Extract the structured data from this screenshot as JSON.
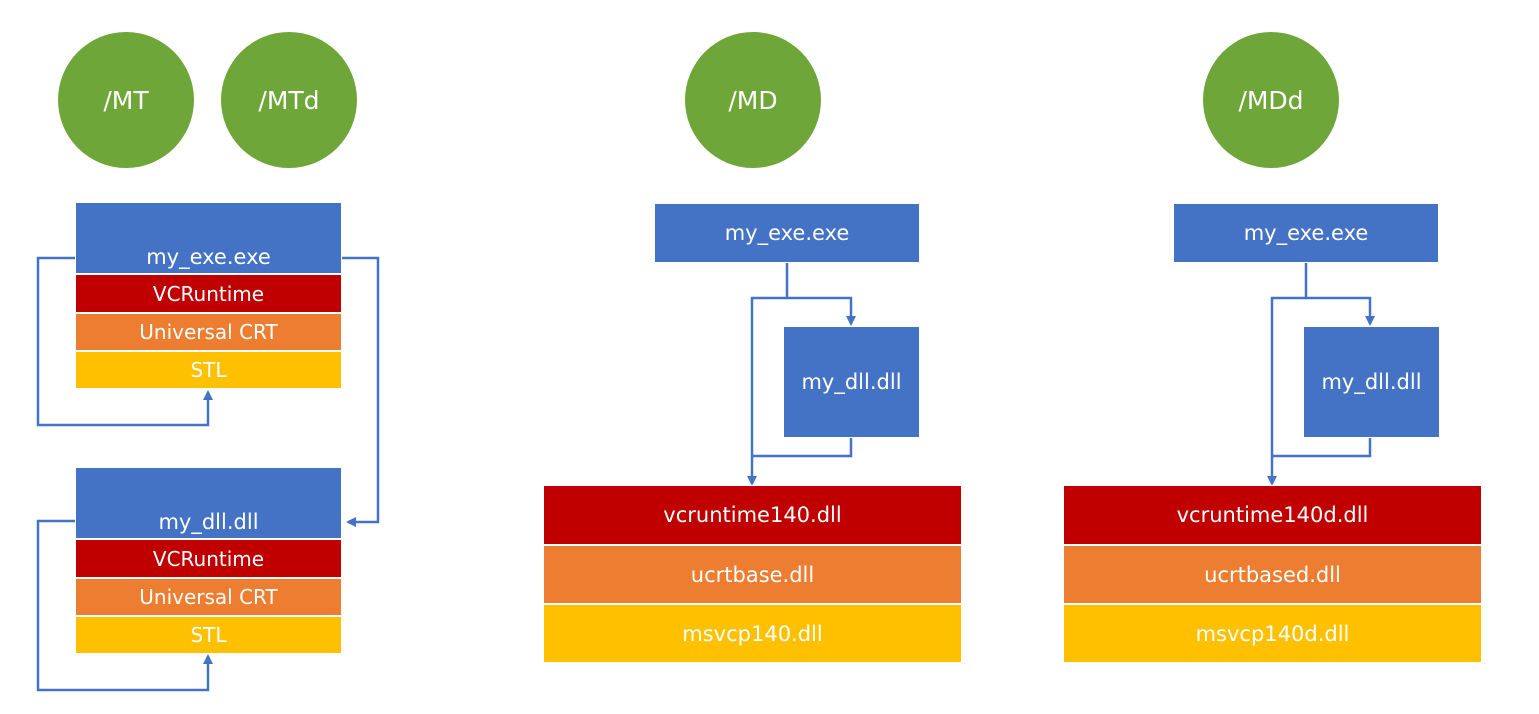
{
  "colors": {
    "green": "#6ea63a",
    "blue": "#4472c4",
    "red": "#c00000",
    "orange": "#ed7d31",
    "yellow": "#ffc000",
    "arrow": "#4472c4"
  },
  "mt": {
    "badge_mt": "/MT",
    "badge_mtd": "/MTd",
    "exe": {
      "name": "my_exe.exe",
      "vcruntime": "VCRuntime",
      "ucrt": "Universal CRT",
      "stl": "STL"
    },
    "dll": {
      "name": "my_dll.dll",
      "vcruntime": "VCRuntime",
      "ucrt": "Universal CRT",
      "stl": "STL"
    }
  },
  "md": {
    "badge": "/MD",
    "exe": "my_exe.exe",
    "dll": "my_dll.dll",
    "vcruntime": "vcruntime140.dll",
    "ucrt": "ucrtbase.dll",
    "stl": "msvcp140.dll"
  },
  "mdd": {
    "badge": "/MDd",
    "exe": "my_exe.exe",
    "dll": "my_dll.dll",
    "vcruntime": "vcruntime140d.dll",
    "ucrt": "ucrtbased.dll",
    "stl": "msvcp140d.dll"
  }
}
